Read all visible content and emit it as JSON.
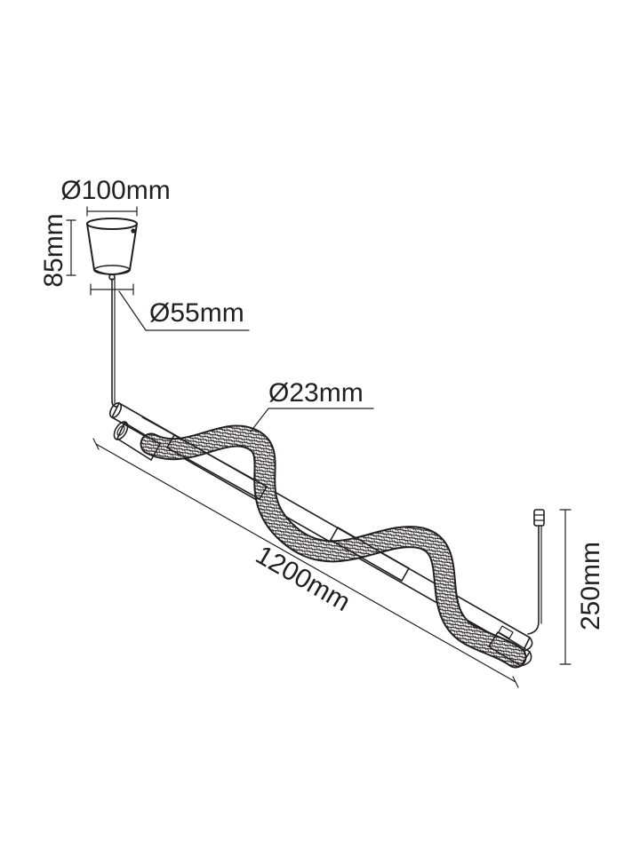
{
  "dimensions": {
    "canopy_top_diameter": "Ø100mm",
    "canopy_height": "85mm",
    "canopy_bottom_diameter": "Ø55mm",
    "tube_diameter": "Ø23mm",
    "length": "1200mm",
    "drop_height": "250mm"
  },
  "colors": {
    "line": "#231f20",
    "background": "#ffffff"
  }
}
